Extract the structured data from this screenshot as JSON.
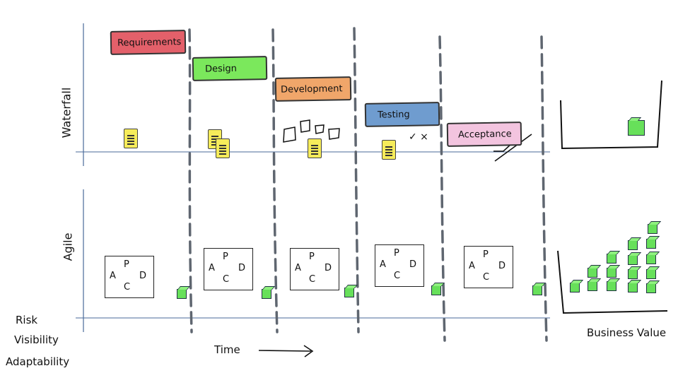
{
  "rows": {
    "waterfall": "Waterfall",
    "agile": "Agile"
  },
  "phases": [
    {
      "label": "Requirements",
      "color": "#e3606a"
    },
    {
      "label": "Design",
      "color": "#7be85c"
    },
    {
      "label": "Development",
      "color": "#f0a66a"
    },
    {
      "label": "Testing",
      "color": "#6f9ccf"
    },
    {
      "label": "Acceptance",
      "color": "#f3c4df"
    }
  ],
  "test_marks": "✓ ×",
  "pdca": {
    "p": "P",
    "d": "D",
    "c": "C",
    "a": "A"
  },
  "axis": {
    "time": "Time",
    "business_value": "Business Value"
  },
  "factors": [
    "Risk",
    "Visibility",
    "Adaptability"
  ],
  "colors": {
    "divider": "#5f6670",
    "baseline": "#4a6a9a",
    "cube": "#67e05a",
    "document": "#f6ec5a"
  },
  "icons": [
    "document-icon",
    "pdca-cycle-icon",
    "cube-icon",
    "arrow-right-icon",
    "checkmark-icon"
  ]
}
